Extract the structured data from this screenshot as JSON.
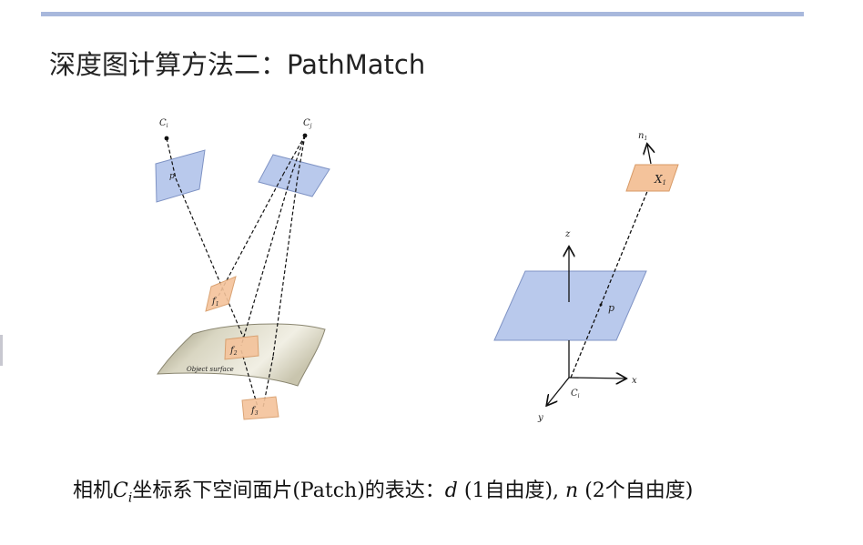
{
  "slide": {
    "title": "深度图计算方法二：PathMatch",
    "caption": {
      "prefix": "相机",
      "camera_symbol": "C",
      "camera_subscript": "i",
      "middle": "坐标系下空间面片(Patch)的表达：",
      "d_symbol": "d",
      "d_note": " (1自由度), ",
      "n_symbol": "n",
      "n_note": " (2个自由度)"
    }
  },
  "left_diagram": {
    "camera_i_label": "C",
    "camera_i_sub": "i",
    "camera_j_label": "C",
    "camera_j_sub": "j",
    "pixel_label": "p",
    "f1_label": "f",
    "f1_sub": "1",
    "f2_label": "f",
    "f2_sub": "2",
    "f3_label": "f",
    "f3_sub": "3",
    "surface_label": "Object surface"
  },
  "right_diagram": {
    "normal_label": "n",
    "normal_sub": "1",
    "patch_label": "X",
    "patch_sub": "1",
    "z_label": "z",
    "x_label": "x",
    "y_label": "y",
    "pixel_label": "p",
    "camera_label": "C",
    "camera_sub": "i"
  },
  "colors": {
    "image_plane_fill": "#b9c9ec",
    "image_plane_stroke": "#7f93c4",
    "patch_fill": "#f4c39b",
    "patch_stroke": "#d79a66",
    "surface_fill": "#bdb8a0",
    "title_rule": "#a8b8dc"
  }
}
